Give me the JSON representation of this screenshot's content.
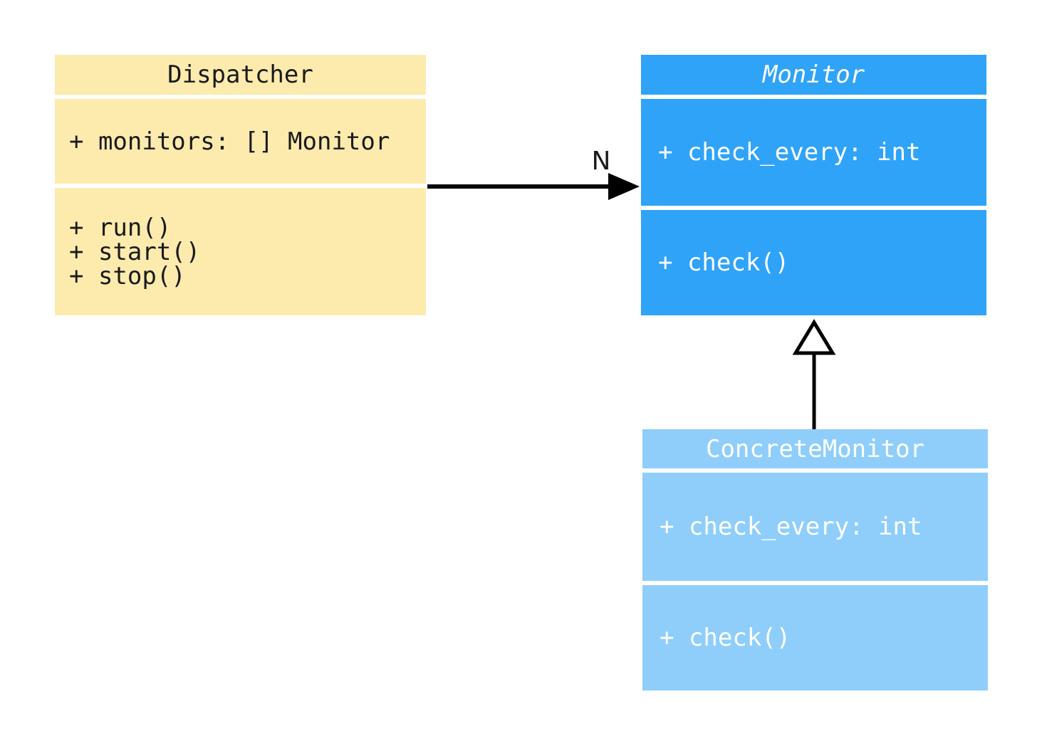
{
  "diagram": {
    "type": "uml-class-diagram",
    "colors": {
      "background": "#ffffff",
      "dispatcher_fill": "#fcebad",
      "dispatcher_text": "#1a1a1a",
      "monitor_fill": "#2fa3f7",
      "monitor_text": "#ffffff",
      "concrete_monitor_fill": "#8fcefb",
      "concrete_monitor_text": "#ffffff",
      "line_color": "#000000"
    },
    "classes": {
      "dispatcher": {
        "name": "Dispatcher",
        "abstract": false,
        "attributes": [
          "+ monitors: [] Monitor"
        ],
        "methods": [
          "+ run()",
          "+ start()",
          "+ stop()"
        ]
      },
      "monitor": {
        "name": "Monitor",
        "abstract": true,
        "attributes": [
          "+ check_every: int"
        ],
        "methods": [
          "+ check()"
        ]
      },
      "concrete_monitor": {
        "name": "ConcreteMonitor",
        "abstract": false,
        "attributes": [
          "+ check_every: int"
        ],
        "methods": [
          "+ check()"
        ]
      }
    },
    "relationships": {
      "association": {
        "type": "association",
        "from": "Dispatcher",
        "to": "Monitor",
        "multiplicity_label": "N",
        "arrowhead": "filled"
      },
      "inheritance": {
        "type": "inheritance",
        "from": "ConcreteMonitor",
        "to": "Monitor",
        "arrowhead": "hollow-triangle"
      }
    }
  }
}
